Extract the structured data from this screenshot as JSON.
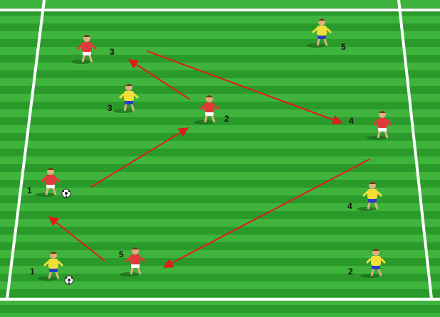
{
  "colors": {
    "grass_light": "#3fb43c",
    "grass_dark": "#2a9a2a",
    "lines": "#ffffff",
    "arrow": "#e01b1b",
    "team_red_shirt": "#e23a3a",
    "team_red_shorts": "#ffffff",
    "team_yellow_shirt": "#f3df3a",
    "team_yellow_shorts": "#2b3cc4",
    "ball": "#ffffff"
  },
  "players": [
    {
      "team": "red",
      "label": "3"
    },
    {
      "team": "yellow",
      "label": "5"
    },
    {
      "team": "yellow",
      "label": "3"
    },
    {
      "team": "red",
      "label": "2"
    },
    {
      "team": "red",
      "label": "4"
    },
    {
      "team": "red",
      "label": "1"
    },
    {
      "team": "yellow",
      "label": "4"
    },
    {
      "team": "yellow",
      "label": "1"
    },
    {
      "team": "red",
      "label": "5"
    },
    {
      "team": "yellow",
      "label": "2"
    }
  ],
  "balls": [
    {
      "icon": "soccer-ball-icon"
    },
    {
      "icon": "soccer-ball-icon"
    }
  ],
  "passes": [
    {
      "from": "1",
      "to": "2"
    },
    {
      "from": "2",
      "to": "3"
    },
    {
      "from": "3",
      "to": "4"
    },
    {
      "from": "4",
      "to": "5"
    },
    {
      "from": "5",
      "to": "1"
    }
  ]
}
